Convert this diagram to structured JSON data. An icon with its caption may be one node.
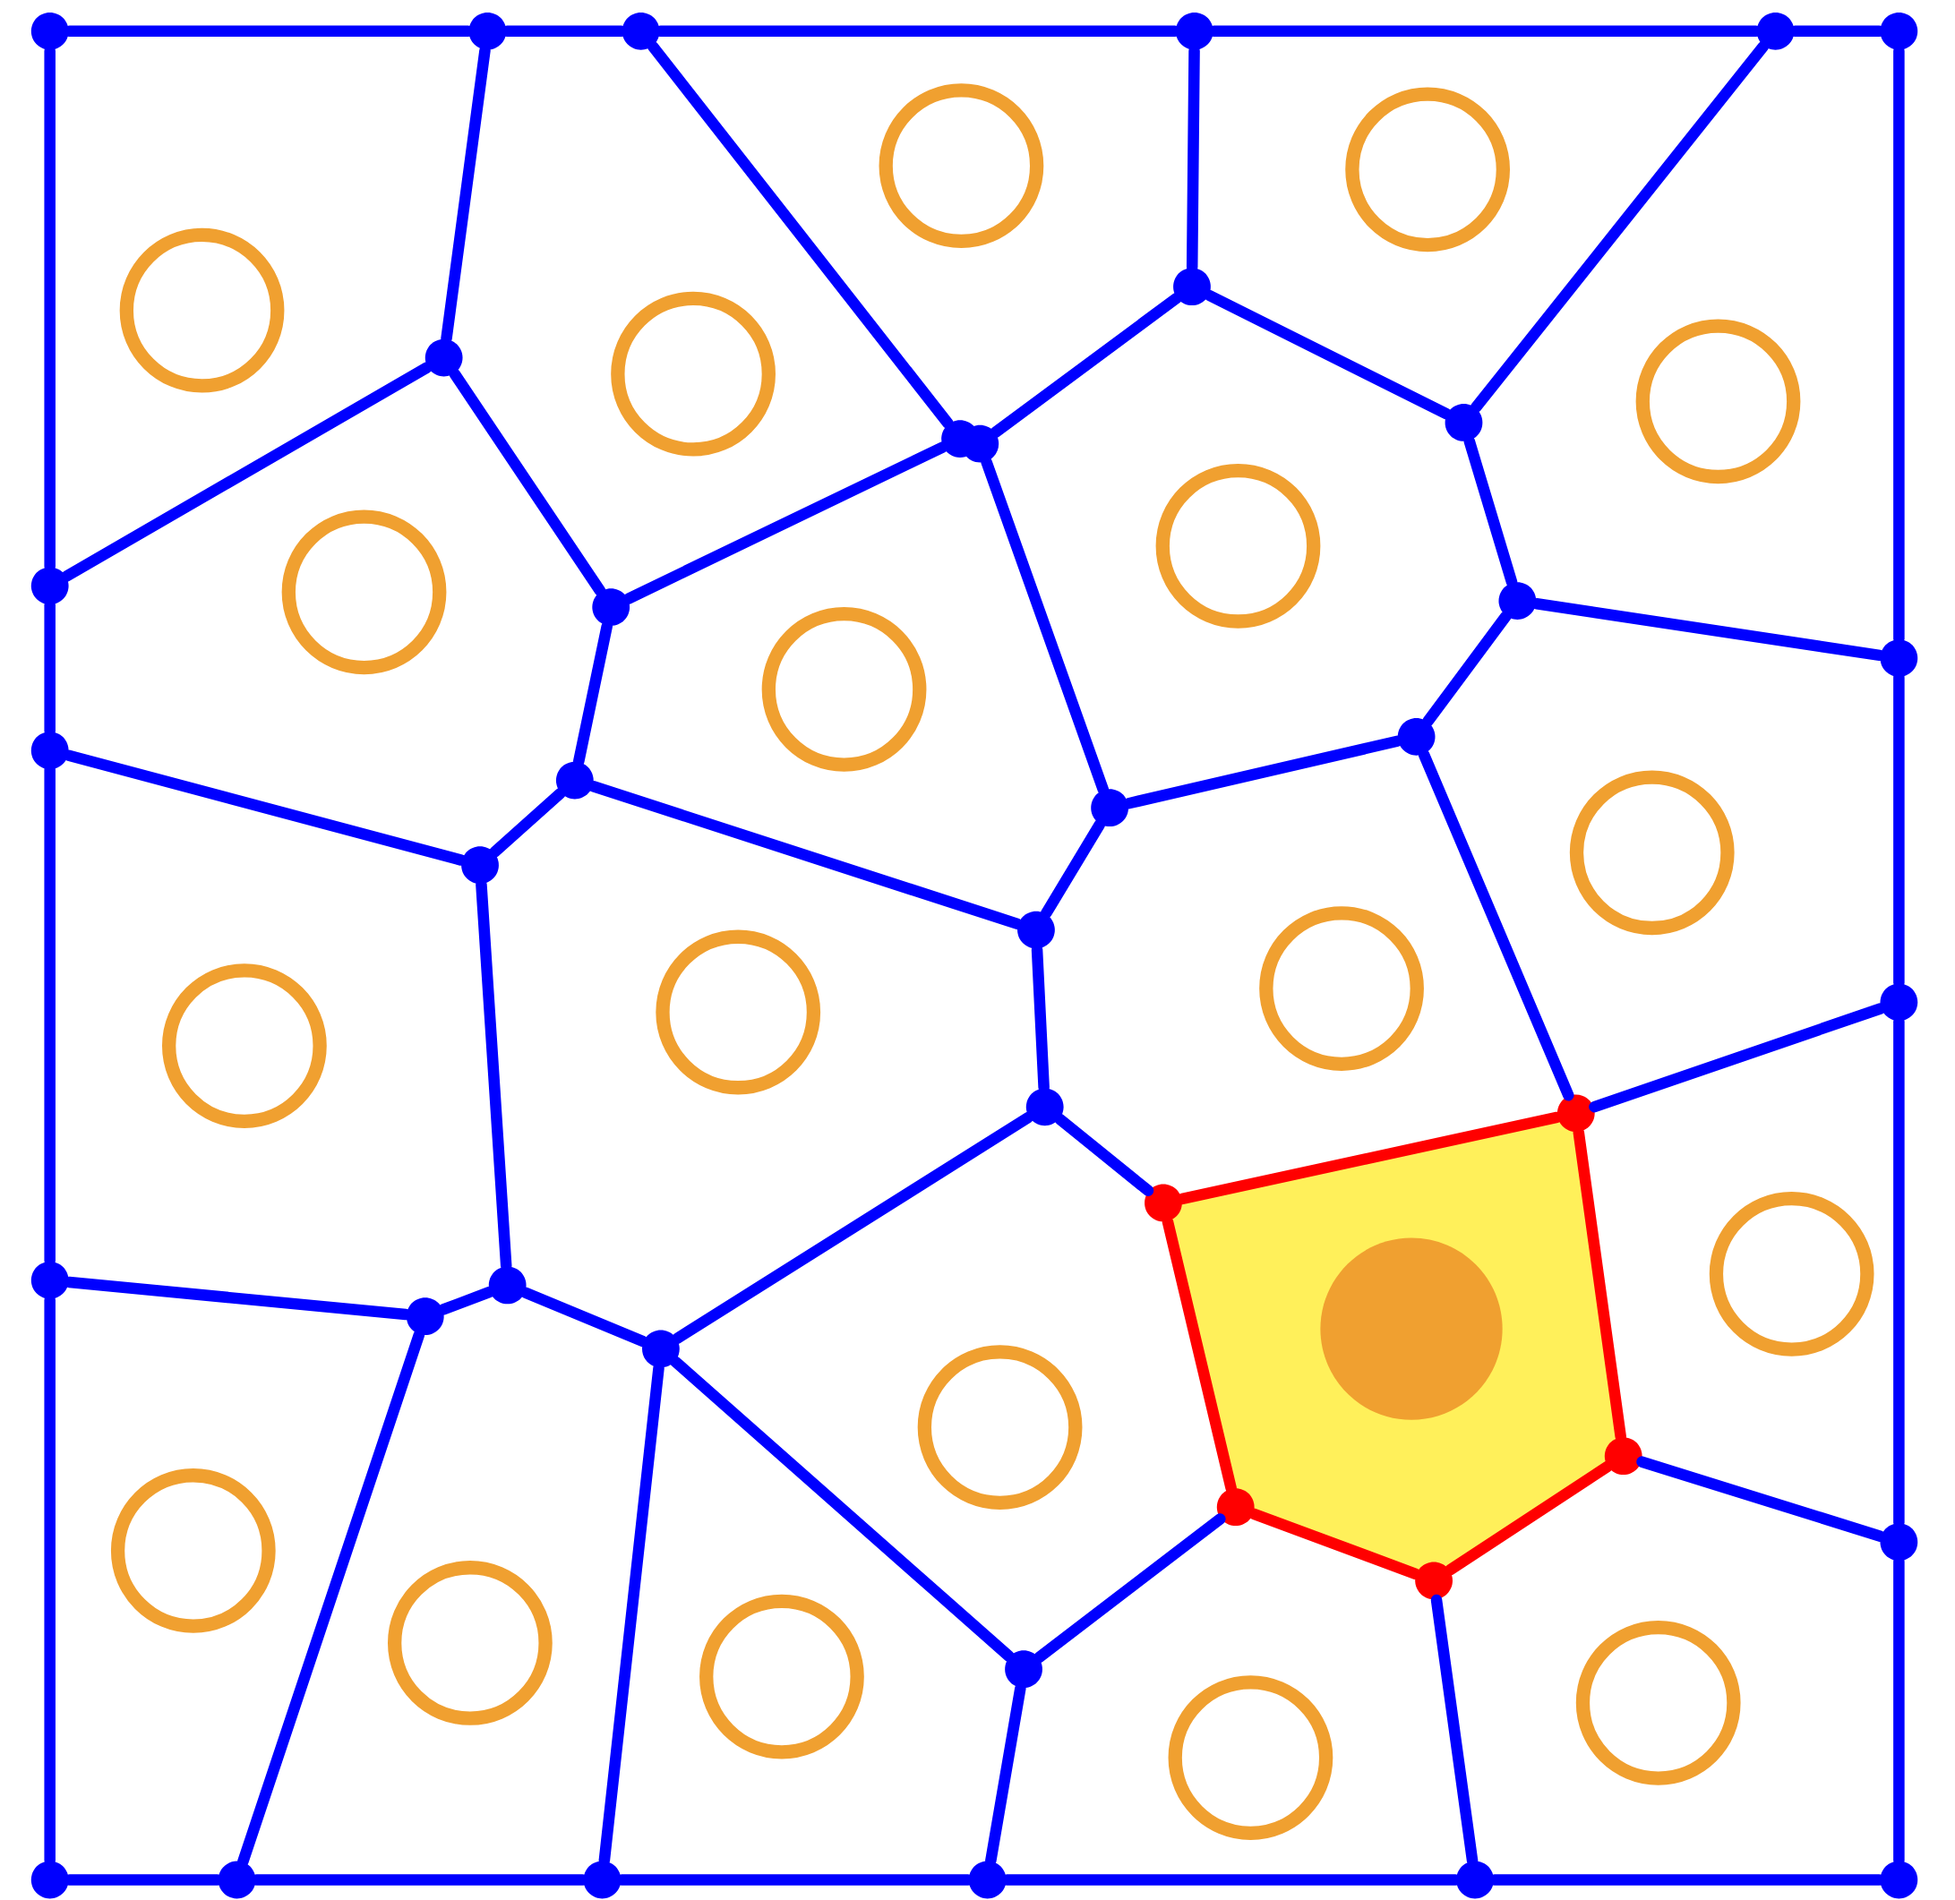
{
  "diagram": {
    "nodes": [
      {
        "text": [],
        "shape": "dot"
      },
      {
        "text": [],
        "shape": "dot"
      },
      {
        "text": [],
        "shape": "dot"
      },
      {
        "text": [],
        "shape": "dot"
      },
      {
        "text": [],
        "shape": "dot"
      },
      {
        "text": [],
        "shape": "dot"
      },
      {
        "text": [],
        "shape": "dot"
      },
      {
        "text": [],
        "shape": "dot"
      },
      {
        "text": [],
        "shape": "dot"
      },
      {
        "text": [],
        "shape": "dot"
      },
      {
        "text": [],
        "shape": "dot"
      },
      {
        "text": [],
        "shape": "dot"
      },
      {
        "text": [],
        "shape": "dot"
      },
      {
        "text": [],
        "shape": "dot"
      },
      {
        "text": [],
        "shape": "dot"
      },
      {
        "text": [],
        "shape": "dot"
      },
      {
        "text": [],
        "shape": "dot"
      },
      {
        "text": [],
        "shape": "dot"
      },
      {
        "text": [],
        "shape": "dot"
      },
      {
        "text": [],
        "shape": "dot"
      },
      {
        "text": [],
        "shape": "dot"
      },
      {
        "text": [],
        "shape": "dot"
      },
      {
        "text": [],
        "shape": "dot"
      },
      {
        "text": [],
        "shape": "dot"
      },
      {
        "text": [],
        "shape": "dot"
      },
      {
        "text": [],
        "shape": "dot"
      },
      {
        "text": [],
        "shape": "dot"
      },
      {
        "text": [],
        "shape": "dot"
      },
      {
        "text": [],
        "shape": "dot"
      },
      {
        "text": [],
        "shape": "dot"
      },
      {
        "text": [],
        "shape": "dot"
      },
      {
        "text": [],
        "shape": "dot"
      },
      {
        "text": [],
        "shape": "dot"
      },
      {
        "text": [],
        "shape": "dot"
      },
      {
        "text": [],
        "shape": "dot"
      },
      {
        "text": [],
        "shape": "dot"
      },
      {
        "text": [],
        "shape": "dot"
      },
      {
        "text": [],
        "shape": "dot"
      },
      {
        "text": [],
        "shape": "dot"
      },
      {
        "text": [],
        "shape": "dot"
      },
      {
        "text": [],
        "shape": "circle"
      },
      {
        "text": [],
        "shape": "circle"
      },
      {
        "text": [],
        "shape": "circle"
      },
      {
        "text": [],
        "shape": "circle"
      },
      {
        "text": [],
        "shape": "circle"
      },
      {
        "text": [],
        "shape": "circle"
      },
      {
        "text": [],
        "shape": "circle"
      },
      {
        "text": [],
        "shape": "circle"
      },
      {
        "text": [],
        "shape": "circle"
      },
      {
        "text": [],
        "shape": "circle"
      },
      {
        "text": [],
        "shape": "circle"
      },
      {
        "text": [],
        "shape": "circle"
      },
      {
        "text": [],
        "shape": "circle"
      },
      {
        "text": [],
        "shape": "circle"
      },
      {
        "text": [],
        "shape": "disc"
      },
      {
        "text": [],
        "shape": "circle"
      },
      {
        "text": [],
        "shape": "circle"
      },
      {
        "text": [],
        "shape": "circle"
      },
      {
        "text": [],
        "shape": "circle"
      },
      {
        "text": [],
        "shape": "circle"
      }
    ],
    "edges": [
      {
        "from": 0,
        "to": 1,
        "arrow": "none"
      },
      {
        "from": 1,
        "to": 2,
        "arrow": "none"
      },
      {
        "from": 2,
        "to": 3,
        "arrow": "none"
      },
      {
        "from": 3,
        "to": 4,
        "arrow": "none"
      },
      {
        "from": 4,
        "to": 5,
        "arrow": "none"
      },
      {
        "from": 5,
        "to": 14,
        "arrow": "none"
      },
      {
        "from": 14,
        "to": 21,
        "arrow": "none"
      },
      {
        "from": 21,
        "to": 31,
        "arrow": "none"
      },
      {
        "from": 31,
        "to": 39,
        "arrow": "none"
      },
      {
        "from": 34,
        "to": 35,
        "arrow": "none"
      },
      {
        "from": 35,
        "to": 36,
        "arrow": "none"
      },
      {
        "from": 36,
        "to": 37,
        "arrow": "none"
      },
      {
        "from": 37,
        "to": 38,
        "arrow": "none"
      },
      {
        "from": 38,
        "to": 39,
        "arrow": "none"
      },
      {
        "from": 0,
        "to": 11,
        "arrow": "none"
      },
      {
        "from": 11,
        "to": 15,
        "arrow": "none"
      },
      {
        "from": 15,
        "to": 25,
        "arrow": "none"
      },
      {
        "from": 25,
        "to": 34,
        "arrow": "none"
      },
      {
        "from": 1,
        "to": 6,
        "arrow": "none"
      },
      {
        "from": 6,
        "to": 11,
        "arrow": "none"
      },
      {
        "from": 6,
        "to": 12,
        "arrow": "none"
      },
      {
        "from": 2,
        "to": 8,
        "arrow": "none"
      },
      {
        "from": 9,
        "to": 7,
        "arrow": "none"
      },
      {
        "from": 7,
        "to": 3,
        "arrow": "none"
      },
      {
        "from": 7,
        "to": 10,
        "arrow": "none"
      },
      {
        "from": 10,
        "to": 4,
        "arrow": "none"
      },
      {
        "from": 10,
        "to": 13,
        "arrow": "none"
      },
      {
        "from": 13,
        "to": 14,
        "arrow": "none"
      },
      {
        "from": 13,
        "to": 16,
        "arrow": "none"
      },
      {
        "from": 8,
        "to": 12,
        "arrow": "none"
      },
      {
        "from": 12,
        "to": 17,
        "arrow": "none"
      },
      {
        "from": 17,
        "to": 19,
        "arrow": "none"
      },
      {
        "from": 19,
        "to": 15,
        "arrow": "none"
      },
      {
        "from": 17,
        "to": 20,
        "arrow": "none"
      },
      {
        "from": 9,
        "to": 18,
        "arrow": "none"
      },
      {
        "from": 18,
        "to": 16,
        "arrow": "none"
      },
      {
        "from": 18,
        "to": 20,
        "arrow": "none"
      },
      {
        "from": 20,
        "to": 22,
        "arrow": "none"
      },
      {
        "from": 16,
        "to": 23,
        "arrow": "none"
      },
      {
        "from": 23,
        "to": 21,
        "arrow": "none"
      },
      {
        "from": 22,
        "to": 24,
        "arrow": "none"
      },
      {
        "from": 22,
        "to": 28,
        "arrow": "none"
      },
      {
        "from": 19,
        "to": 26,
        "arrow": "none"
      },
      {
        "from": 26,
        "to": 27,
        "arrow": "none"
      },
      {
        "from": 27,
        "to": 25,
        "arrow": "none"
      },
      {
        "from": 27,
        "to": 35,
        "arrow": "none"
      },
      {
        "from": 26,
        "to": 28,
        "arrow": "none"
      },
      {
        "from": 28,
        "to": 36,
        "arrow": "none"
      },
      {
        "from": 28,
        "to": 33,
        "arrow": "none"
      },
      {
        "from": 33,
        "to": 37,
        "arrow": "none"
      },
      {
        "from": 33,
        "to": 30,
        "arrow": "none"
      },
      {
        "from": 32,
        "to": 38,
        "arrow": "none"
      },
      {
        "from": 29,
        "to": 31,
        "arrow": "none"
      },
      {
        "from": 24,
        "to": 23,
        "arrow": "none",
        "color": "#ff0000"
      },
      {
        "from": 23,
        "to": 29,
        "arrow": "none",
        "color": "#ff0000"
      },
      {
        "from": 29,
        "to": 32,
        "arrow": "none",
        "color": "#ff0000"
      },
      {
        "from": 32,
        "to": 30,
        "arrow": "none",
        "color": "#ff0000"
      },
      {
        "from": 30,
        "to": 24,
        "arrow": "none",
        "color": "#ff0000"
      }
    ]
  }
}
